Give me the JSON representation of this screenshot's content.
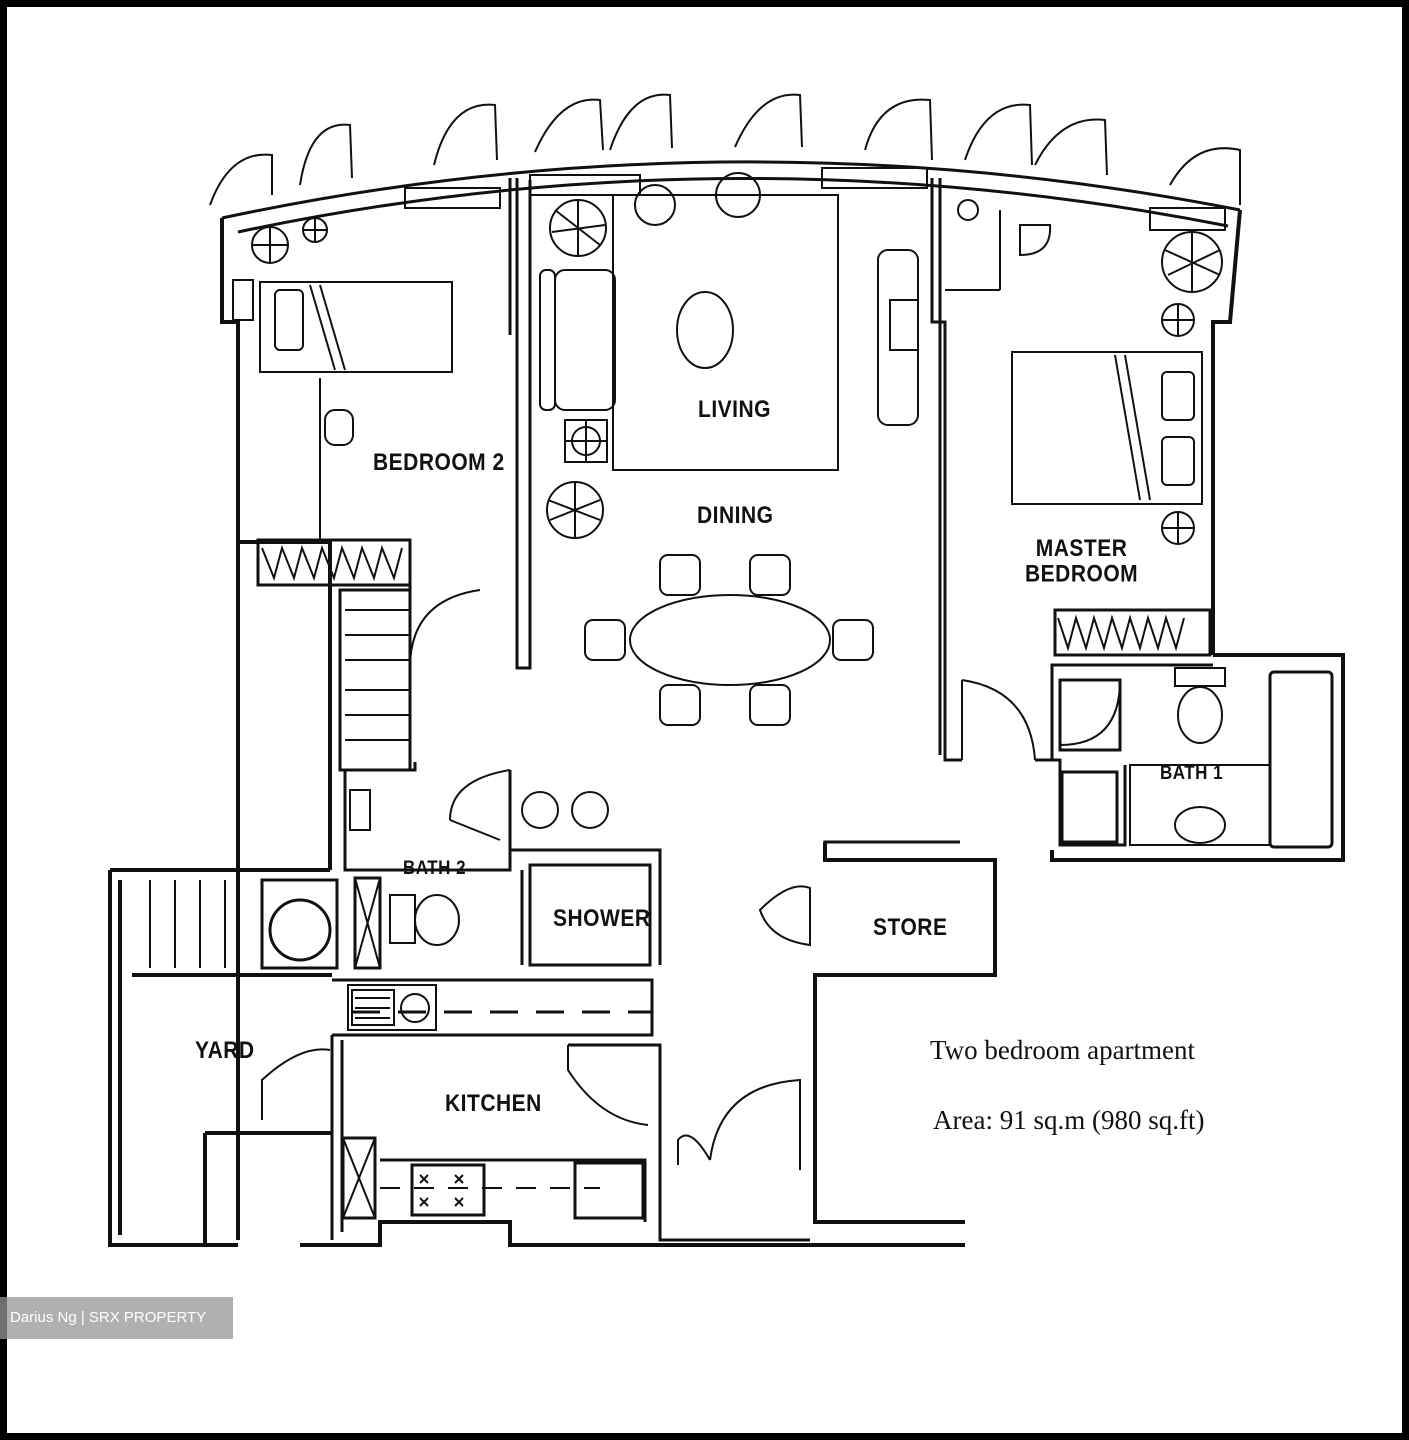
{
  "rooms": {
    "bedroom2": "BEDROOM 2",
    "living": "LIVING",
    "dining": "DINING",
    "master_line1": "MASTER",
    "master_line2": "BEDROOM",
    "bath1": "BATH 1",
    "bath2": "BATH 2",
    "shower": "SHOWER",
    "store": "STORE",
    "yard": "YARD",
    "kitchen": "KITCHEN"
  },
  "caption": {
    "title": "Two bedroom apartment",
    "area": "Area: 91 sq.m (980 sq.ft)"
  },
  "watermark": "Darius Ng | SRX PROPERTY",
  "colors": {
    "line": "#111111",
    "background": "#ffffff",
    "outer_border": "#000000"
  }
}
